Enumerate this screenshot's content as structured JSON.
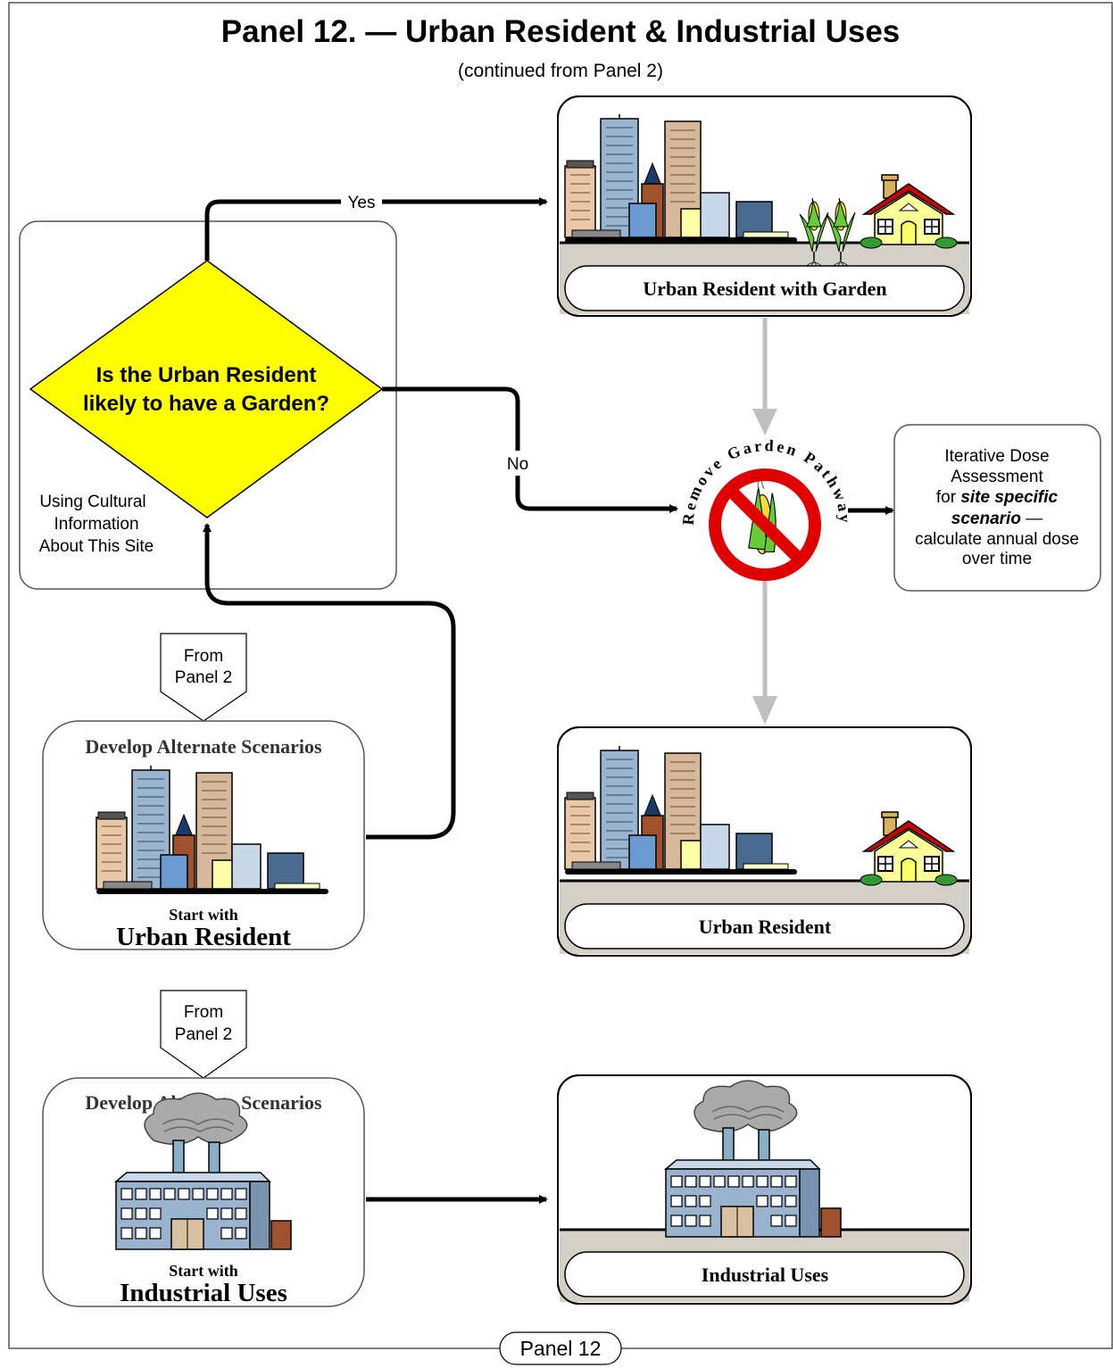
{
  "title": "Panel 12. — Urban Resident & Industrial Uses",
  "subtitle": "(continued from Panel 2)",
  "footer_label": "Panel 12",
  "decision": {
    "question_line1": "Is the Urban Resident",
    "question_line2": "likely to have a Garden?",
    "note_lines": [
      "Using Cultural",
      "Information",
      "About This Site"
    ],
    "yes_label": "Yes",
    "no_label": "No"
  },
  "boxes": {
    "garden_scenario": "Urban Resident with Garden",
    "urban_scenario": "Urban Resident",
    "industrial_scenario": "Industrial Uses"
  },
  "remove_pathway": {
    "arc_text": "Remove Garden Pathway"
  },
  "dose_box": {
    "line1": "Iterative Dose",
    "line2": "Assessment",
    "line3_prefix": "for ",
    "line3_emph": "site specific",
    "line4_emph": "scenario",
    "line4_suffix": " —",
    "line5": "calculate annual dose",
    "line6": "over time"
  },
  "sources": {
    "from_label_line1": "From",
    "from_label_line2": "Panel 2",
    "develop_label": "Develop Alternate Scenarios",
    "start_with": "Start with",
    "urban_start": "Urban Resident",
    "industrial_start": "Industrial Uses"
  },
  "colors": {
    "diamond_fill": "#ffff00",
    "ground": "#d4d0c8",
    "gray_arrow": "#c0c0c0",
    "no_sign": "#e00000",
    "roof_red": "#cc0000",
    "house_yellow": "#ffff99",
    "building_blue": "#9ab4d0",
    "building_tan": "#d8b89a",
    "building_brown": "#a0522d",
    "corn_green": "#66cc33",
    "smoke_gray": "#999999"
  }
}
